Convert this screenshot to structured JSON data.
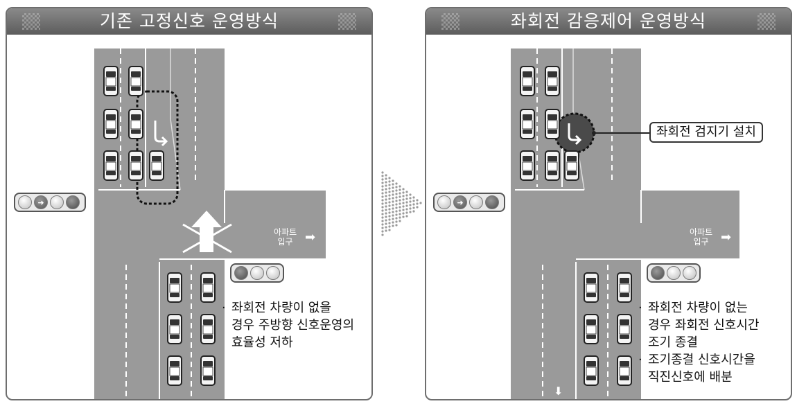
{
  "left_panel": {
    "title": "기존 고정신호 운영방식",
    "apt_label_line1": "아파트",
    "apt_label_line2": "입구",
    "note_lines": [
      "좌회전 차량이 없을",
      "경우 주방향 신호운영의",
      "효율성 저하"
    ]
  },
  "right_panel": {
    "title": "좌회전 감응제어 운영방식",
    "apt_label_line1": "아파트",
    "apt_label_line2": "입구",
    "callout": "좌회전 검지기 설치",
    "notes": [
      [
        "좌회전 차량이 없는",
        "경우 좌회전 신호시간",
        "조기 종결"
      ],
      [
        "조기종결 신호시간을",
        "직진신호에 배분"
      ]
    ]
  },
  "icons": [
    "flag-icon",
    "traffic-light-icon",
    "car-icon",
    "left-turn-arrow-icon",
    "straight-arrow-icon",
    "right-arrow-icon",
    "down-arrow-icon",
    "dotted-triangle-arrow-icon"
  ],
  "colors": {
    "header": "#6e6e6e",
    "road": "#9a9a9a",
    "lane_line": "#ffffff",
    "detector": "#4a4a4a"
  }
}
